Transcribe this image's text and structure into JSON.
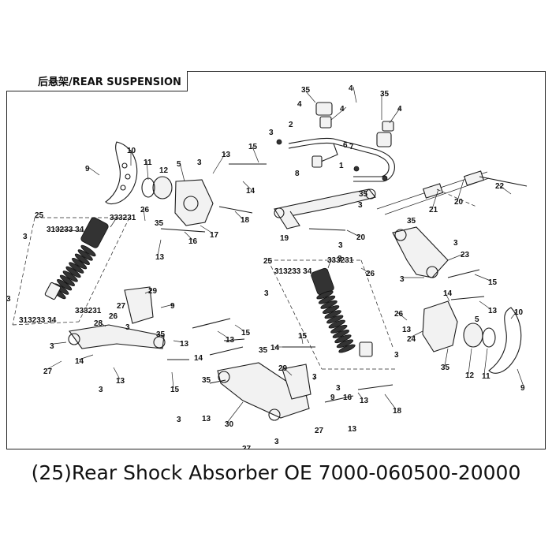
{
  "diagram": {
    "title": "后悬架/REAR SUSPENSION",
    "caption": "(25)Rear Shock Absorber OE 7000-060500-20000",
    "callouts": [
      {
        "id": "c1",
        "text": "35"
      },
      {
        "id": "c2",
        "text": "4"
      },
      {
        "id": "c3",
        "text": "4"
      },
      {
        "id": "c4",
        "text": "35"
      },
      {
        "id": "c5",
        "text": "4"
      },
      {
        "id": "c6",
        "text": "4"
      },
      {
        "id": "c7",
        "text": "6"
      },
      {
        "id": "c8",
        "text": "3"
      },
      {
        "id": "c9",
        "text": "2"
      },
      {
        "id": "c10",
        "text": "7"
      },
      {
        "id": "c11",
        "text": "8"
      },
      {
        "id": "c12",
        "text": "1"
      },
      {
        "id": "c13",
        "text": "10"
      },
      {
        "id": "c14",
        "text": "9"
      },
      {
        "id": "c15",
        "text": "11"
      },
      {
        "id": "c16",
        "text": "12"
      },
      {
        "id": "c17",
        "text": "5"
      },
      {
        "id": "c18",
        "text": "3"
      },
      {
        "id": "c19",
        "text": "13"
      },
      {
        "id": "c20",
        "text": "15"
      },
      {
        "id": "c21",
        "text": "14"
      },
      {
        "id": "c22",
        "text": "22"
      },
      {
        "id": "c23",
        "text": "20"
      },
      {
        "id": "c24",
        "text": "21"
      },
      {
        "id": "c25",
        "text": "35"
      },
      {
        "id": "c26",
        "text": "3"
      },
      {
        "id": "c27",
        "text": "25"
      },
      {
        "id": "c28",
        "text": "3"
      },
      {
        "id": "c29",
        "text": "313233 34"
      },
      {
        "id": "c30",
        "text": "333231"
      },
      {
        "id": "c31",
        "text": "26"
      },
      {
        "id": "c32",
        "text": "35"
      },
      {
        "id": "c33",
        "text": "17"
      },
      {
        "id": "c34",
        "text": "18"
      },
      {
        "id": "c35",
        "text": "19"
      },
      {
        "id": "c36",
        "text": "13"
      },
      {
        "id": "c37",
        "text": "16"
      },
      {
        "id": "c38",
        "text": "20"
      },
      {
        "id": "c39",
        "text": "3"
      },
      {
        "id": "c40",
        "text": "3"
      },
      {
        "id": "c41",
        "text": "35"
      },
      {
        "id": "c42",
        "text": "3"
      },
      {
        "id": "c43",
        "text": "23"
      },
      {
        "id": "c44",
        "text": "3"
      },
      {
        "id": "c45",
        "text": "25"
      },
      {
        "id": "c46",
        "text": "333231"
      },
      {
        "id": "c47",
        "text": "313233 34"
      },
      {
        "id": "c48",
        "text": "26"
      },
      {
        "id": "c49",
        "text": "3"
      },
      {
        "id": "c50",
        "text": "15"
      },
      {
        "id": "c51",
        "text": "14"
      },
      {
        "id": "c52",
        "text": "13"
      },
      {
        "id": "c53",
        "text": "5"
      },
      {
        "id": "c54",
        "text": "3"
      },
      {
        "id": "c55",
        "text": "333231"
      },
      {
        "id": "c56",
        "text": "313233 34"
      },
      {
        "id": "c57",
        "text": "29"
      },
      {
        "id": "c58",
        "text": "27"
      },
      {
        "id": "c59",
        "text": "9"
      },
      {
        "id": "c60",
        "text": "28"
      },
      {
        "id": "c61",
        "text": "26"
      },
      {
        "id": "c62",
        "text": "3"
      },
      {
        "id": "c63",
        "text": "35"
      },
      {
        "id": "c64",
        "text": "13"
      },
      {
        "id": "c65",
        "text": "3"
      },
      {
        "id": "c66",
        "text": "27"
      },
      {
        "id": "c67",
        "text": "14"
      },
      {
        "id": "c68",
        "text": "13"
      },
      {
        "id": "c69",
        "text": "3"
      },
      {
        "id": "c70",
        "text": "15"
      },
      {
        "id": "c71",
        "text": "13"
      },
      {
        "id": "c72",
        "text": "15"
      },
      {
        "id": "c73",
        "text": "35"
      },
      {
        "id": "c74",
        "text": "14"
      },
      {
        "id": "c75",
        "text": "13"
      },
      {
        "id": "c76",
        "text": "15"
      },
      {
        "id": "c77",
        "text": "14"
      },
      {
        "id": "c78",
        "text": "35"
      },
      {
        "id": "c79",
        "text": "3"
      },
      {
        "id": "c80",
        "text": "13"
      },
      {
        "id": "c81",
        "text": "30"
      },
      {
        "id": "c82",
        "text": "29"
      },
      {
        "id": "c83",
        "text": "3"
      },
      {
        "id": "c84",
        "text": "9"
      },
      {
        "id": "c85",
        "text": "16"
      },
      {
        "id": "c86",
        "text": "3"
      },
      {
        "id": "c87",
        "text": "13"
      },
      {
        "id": "c88",
        "text": "27"
      },
      {
        "id": "c89",
        "text": "27"
      },
      {
        "id": "c90",
        "text": "3"
      },
      {
        "id": "c91",
        "text": "18"
      },
      {
        "id": "c92",
        "text": "26"
      },
      {
        "id": "c93",
        "text": "13"
      },
      {
        "id": "c94",
        "text": "24"
      },
      {
        "id": "c95",
        "text": "10"
      },
      {
        "id": "c96",
        "text": "35"
      },
      {
        "id": "c97",
        "text": "12"
      },
      {
        "id": "c98",
        "text": "11"
      },
      {
        "id": "c99",
        "text": "9"
      },
      {
        "id": "c100",
        "text": "3"
      }
    ]
  }
}
